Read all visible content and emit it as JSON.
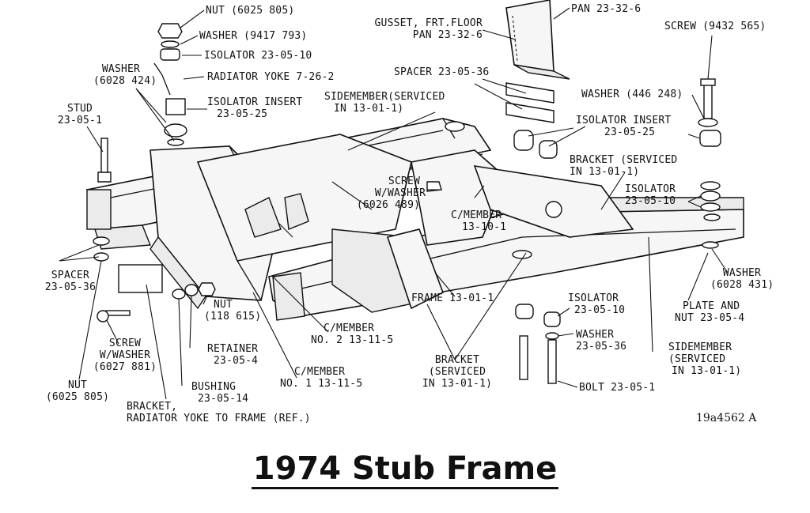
{
  "title": "1974 Stub Frame",
  "figure_id": "19a4562 A",
  "labels": {
    "nut_top": "NUT (6025 805)",
    "washer_9417793": "WASHER (9417 793)",
    "isolator_top": "ISOLATOR 23-05-10",
    "radiator_yoke": "RADIATOR YOKE 7-26-2",
    "washer_6028424_l1": "WASHER",
    "washer_6028424_l2": "(6028 424)",
    "isolator_insert_left_l1": "ISOLATOR INSERT",
    "isolator_insert_left_l2": "23-05-25",
    "stud_l1": "STUD",
    "stud_l2": "23-05-1",
    "gusset_l1": "GUSSET, FRT.FLOOR",
    "gusset_l2": "PAN 23-32-6",
    "gusset_top_l2": "PAN 23-32-6",
    "spacer_top": "SPACER 23-05-36",
    "sidemember_top_l1": "SIDEMEMBER(SERVICED",
    "sidemember_top_l2": "IN 13-01-1)",
    "screw_9432565": "SCREW (9432 565)",
    "washer_446248": "WASHER (446 248)",
    "isolator_insert_right_l1": "ISOLATOR INSERT",
    "isolator_insert_right_l2": "23-05-25",
    "bracket_right_l1": "BRACKET (SERVICED",
    "bracket_right_l2": "IN 13-01-1)",
    "isolator_right_l1": "ISOLATOR",
    "isolator_right_l2": "23-05-10",
    "screw_6026489_l1": "SCREW",
    "screw_6026489_l2": "W/WASHER",
    "screw_6026489_l3": "(6026 489)",
    "cmember_1310_l1": "C/MEMBER",
    "cmember_1310_l2": "13-10-1",
    "spacer_left_l1": "SPACER",
    "spacer_left_l2": "23-05-36",
    "washer_6028431_l1": "WASHER",
    "washer_6028431_l2": "(6028 431)",
    "plate_nut_l1": "PLATE AND",
    "plate_nut_l2": "NUT 23-05-4",
    "frame": "FRAME 13-01-1",
    "isolator_bottom_l1": "ISOLATOR",
    "isolator_bottom_l2": "23-05-10",
    "washer_bottom_l1": "WASHER",
    "washer_bottom_l2": "23-05-36",
    "bolt": "BOLT 23-05-1",
    "sidemember_bottom_l1": "SIDEMEMBER",
    "sidemember_bottom_l2": "(SERVICED",
    "sidemember_bottom_l3": "IN 13-01-1)",
    "nut_118615_l1": "NUT",
    "nut_118615_l2": "(118 615)",
    "retainer_l1": "RETAINER",
    "retainer_l2": "23-05-4",
    "bushing_l1": "BUSHING",
    "bushing_l2": "23-05-14",
    "screw_6027881_l1": "SCREW",
    "screw_6027881_l2": "W/WASHER",
    "screw_6027881_l3": "(6027 881)",
    "nut_bottom_l1": "NUT",
    "nut_bottom_l2": "(6025 805)",
    "cmember_no2_l1": "C/MEMBER",
    "cmember_no2_l2": "NO. 2 13-11-5",
    "cmember_no1_l1": "C/MEMBER",
    "cmember_no1_l2": "NO. 1 13-11-5",
    "bracket_bottom_l1": "BRACKET",
    "bracket_bottom_l2": "(SERVICED",
    "bracket_bottom_l3": "IN 13-01-1)",
    "bracket_yoke_l1": "BRACKET,",
    "bracket_yoke_l2": "RADIATOR YOKE TO FRAME (REF.)"
  }
}
